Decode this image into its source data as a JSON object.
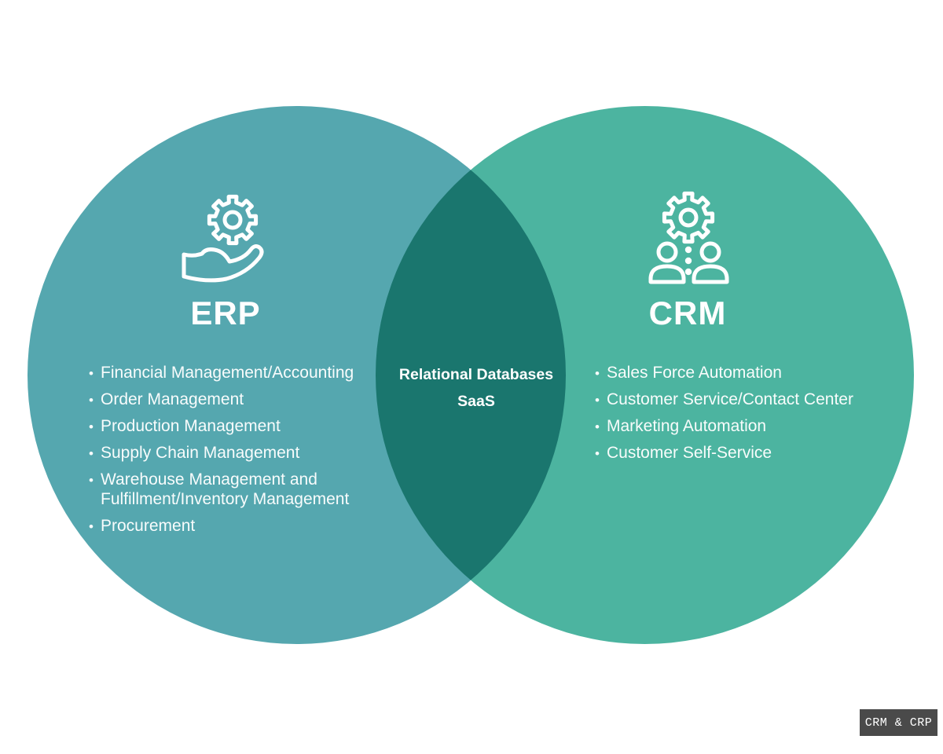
{
  "diagram": {
    "type": "venn",
    "left": {
      "title": "ERP",
      "icon": "gear-in-hand",
      "color": "#55a7af",
      "items": [
        "Financial Management/Accounting",
        "Order Management",
        "Production Management",
        "Supply Chain Management",
        "Warehouse Management and Fulfillment/Inventory Management",
        "Procurement"
      ]
    },
    "right": {
      "title": "CRM",
      "icon": "gear-with-people",
      "color": "#4cb4a0",
      "items": [
        "Sales Force Automation",
        "Customer Service/Contact Center",
        "Marketing Automation",
        "Customer Self-Service"
      ]
    },
    "overlap": {
      "color": "#1d7a70",
      "items": [
        "Relational Databases",
        "SaaS"
      ]
    }
  },
  "badge": {
    "label": "CRM & CRP",
    "background": "#4a4a4a",
    "text_color": "#ffffff"
  }
}
